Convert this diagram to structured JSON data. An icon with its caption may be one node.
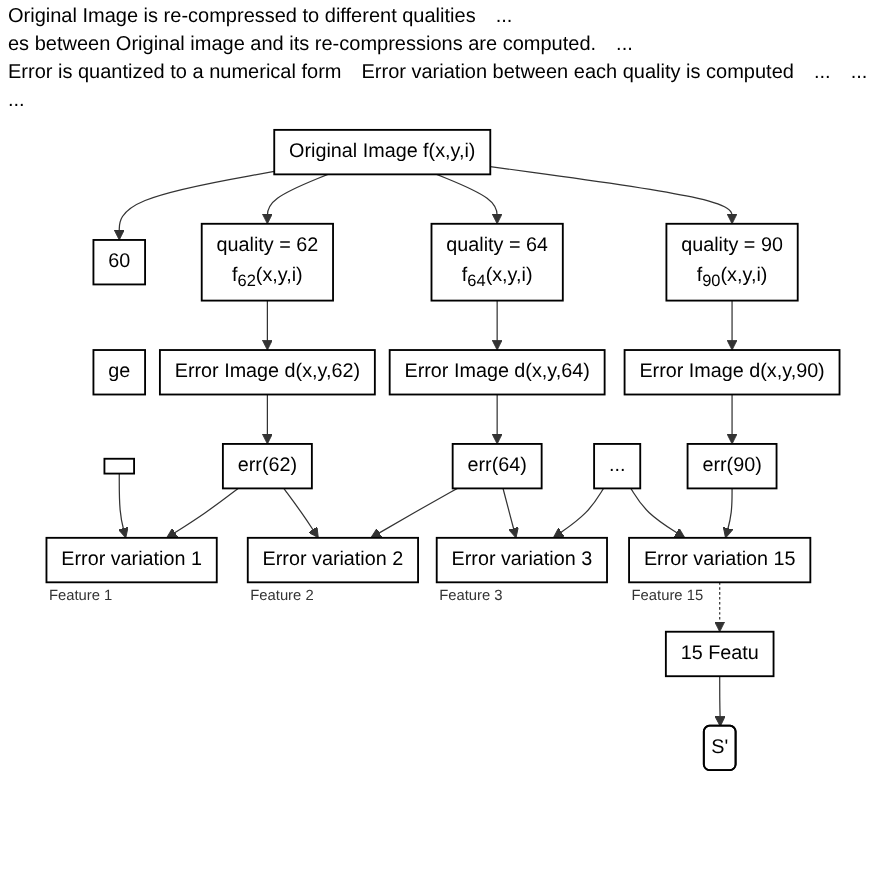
{
  "diagram": {
    "nodes": [
      {
        "text": [
          "Original Image f(x,y,i)"
        ]
      },
      {
        "text": [
          "60"
        ]
      },
      {
        "text": [
          "quality = 62",
          "f$_{62}$(x,y,i)"
        ]
      },
      {
        "text": [
          "quality = 64",
          "f$_{64}$(x,y,i)"
        ]
      },
      {
        "text": [
          "quality = 90",
          "f$_{90}$(x,y,i)"
        ]
      },
      {
        "text": [
          "ge"
        ]
      },
      {
        "text": [
          "Error Image d(x,y,62)"
        ]
      },
      {
        "text": [
          "Error Image d(x,y,64)"
        ]
      },
      {
        "text": [
          "Error Image d(x,y,90)"
        ]
      },
      {
        "text": [],
        "shape": "box"
      },
      {
        "text": [
          "err(62)"
        ]
      },
      {
        "text": [
          "err(64)"
        ]
      },
      {
        "text": [
          "..."
        ]
      },
      {
        "text": [
          "err(90)"
        ]
      },
      {
        "text": [
          "Error variation 1"
        ],
        "beside": [
          "Feature 1"
        ]
      },
      {
        "text": [
          "Error variation 2"
        ],
        "beside": [
          "Feature 2"
        ]
      },
      {
        "text": [
          "Error variation 3"
        ],
        "beside": [
          "Feature 3"
        ]
      },
      {
        "text": [
          "Error variation 15"
        ],
        "beside": [
          "Feature 15"
        ]
      },
      {
        "text": [
          "15 Featu"
        ]
      },
      {
        "text": [
          "S'"
        ]
      }
    ],
    "edges": [
      {
        "from": 0,
        "to": 1,
        "arrow": "to"
      },
      {
        "from": 0,
        "to": 2,
        "arrow": "to"
      },
      {
        "from": 0,
        "to": 3,
        "arrow": "to"
      },
      {
        "from": 0,
        "to": 4,
        "arrow": "to"
      },
      {
        "from": 2,
        "to": 6,
        "arrow": "to"
      },
      {
        "from": 3,
        "to": 7,
        "arrow": "to"
      },
      {
        "from": 4,
        "to": 8,
        "arrow": "to"
      },
      {
        "from": 6,
        "to": 10,
        "arrow": "to"
      },
      {
        "from": 7,
        "to": 11,
        "arrow": "to"
      },
      {
        "from": 8,
        "to": 13,
        "arrow": "to"
      },
      {
        "from": 9,
        "to": 14,
        "arrow": "to"
      },
      {
        "from": 10,
        "to": 14,
        "arrow": "to"
      },
      {
        "from": 10,
        "to": 15,
        "arrow": "to"
      },
      {
        "from": 11,
        "to": 15,
        "arrow": "to"
      },
      {
        "from": 11,
        "to": 16,
        "arrow": "to"
      },
      {
        "from": 12,
        "to": 16,
        "arrow": "to"
      },
      {
        "from": 12,
        "to": 17,
        "arrow": "to"
      },
      {
        "from": 13,
        "to": 17,
        "arrow": "to"
      },
      {
        "from": 17,
        "to": 18,
        "arrow": "to",
        "style": "dashed"
      },
      {
        "from": 18,
        "to": 19,
        "arrow": "to"
      }
    ],
    "labels": [
      "Original Image is re-compressed to different qualities",
      "...",
      "es between Original image and its re-compressions are computed.",
      "...",
      "Error is quantized to a numerical form",
      "Error variation between each quality is computed",
      "...",
      "...",
      "..."
    ]
  }
}
